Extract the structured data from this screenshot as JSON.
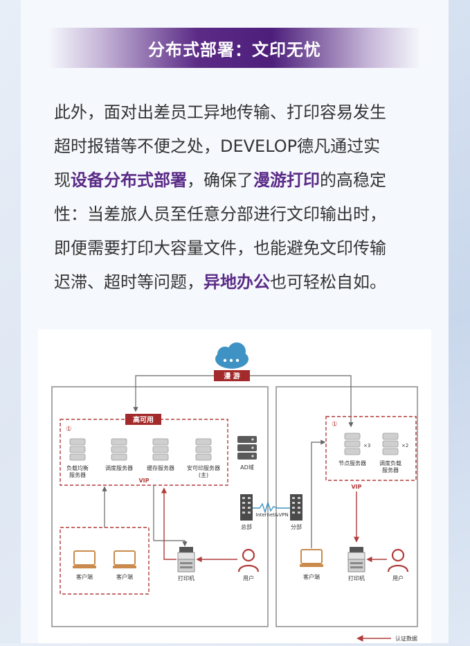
{
  "banner": {
    "title": "分布式部署：文印无忧"
  },
  "paragraph": {
    "line1": "此外，面对出差员工异地传输、打印容易发生",
    "line2": "超时报错等不便之处，DEVELOP德凡通过实",
    "line3_pre": "现",
    "line3_hl1": "设备分布式部署",
    "line3_mid": "，确保了",
    "line3_hl2": "漫游打印",
    "line3_post": "的高稳定",
    "line4": "性：当差旅人员至任意分部进行文印输出时，",
    "line5": "即便需要打印大容量文件，也能避免文印传输",
    "line6_pre": "迟滞、超时等问题，",
    "line6_hl": "异地办公",
    "line6_post": "也可轻松自如。"
  },
  "diagram": {
    "roaming": "漫 游",
    "high_avail": "高可用",
    "circle1": "①",
    "circle2": "①",
    "server_lb": "负载均衡",
    "server_lb2": "服务器",
    "server_dispatch": "调度服务器",
    "server_cache": "缓存服务器",
    "server_secure": "安可印服务器",
    "server_secure2": "(主)",
    "ad": "AD域",
    "vip_left": "VIP",
    "vip_right": "VIP",
    "node_server": "节点服务器",
    "node_mult": "×3",
    "sched_lb": "调度负载",
    "sched_lb2": "服务器",
    "sched_mult": "×2",
    "internet": "Internet&VPN",
    "hq": "总部",
    "branch": "分部",
    "client1": "客户端",
    "client2": "客户端",
    "client3": "客户端",
    "printer_left": "打印机",
    "printer_right": "打印机",
    "user_left": "用户",
    "user_right": "用户",
    "legend": "认证数据"
  },
  "colors": {
    "accent": "#5a2a87",
    "diagram_red": "#b03a3a",
    "cloud": "#3f93c4"
  }
}
